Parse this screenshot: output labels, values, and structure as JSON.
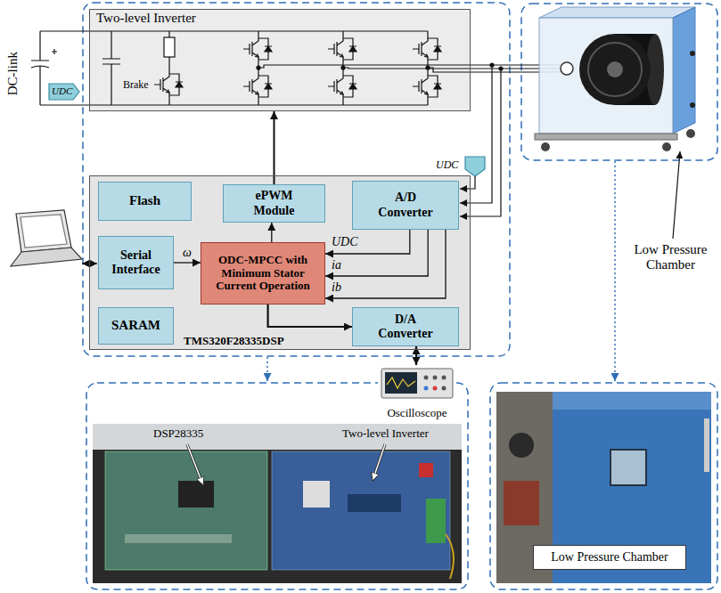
{
  "diagram": {
    "nodes": [
      {
        "text": [
          "Two-level Inverter"
        ]
      },
      {
        "text": [
          "TMS320F28335DSP"
        ]
      },
      {
        "text": [
          "Flash"
        ],
        "in": 1
      },
      {
        "text": [
          "ePWM Module"
        ],
        "in": 1
      },
      {
        "text": [
          "A/D Converter"
        ],
        "in": 1
      },
      {
        "text": [
          "Serial Interface"
        ],
        "in": 1
      },
      {
        "text": [
          "ODC-MPCC with Minimum Stator Current Operation"
        ],
        "in": 1
      },
      {
        "text": [
          "SARAM"
        ],
        "in": 1
      },
      {
        "text": [
          "D/A Converter"
        ],
        "in": 1
      },
      {
        "text": [
          "Oscilloscope"
        ]
      },
      {
        "text": [
          "Low Pressure Chamber"
        ]
      }
    ],
    "edges": [
      {
        "from": 4,
        "to": 6,
        "label": "UDC",
        "arrow": "to"
      },
      {
        "from": 4,
        "to": 6,
        "label": "ia",
        "arrow": "to"
      },
      {
        "from": 4,
        "to": 6,
        "label": "ib",
        "arrow": "to"
      },
      {
        "from": 5,
        "to": 6,
        "label": "ω",
        "arrow": "to"
      },
      {
        "from": 6,
        "to": 3,
        "arrow": "to"
      },
      {
        "from": 3,
        "to": 0,
        "arrow": "to"
      },
      {
        "from": 6,
        "to": 8,
        "arrow": "to"
      },
      {
        "from": 8,
        "to": 9,
        "arrow": "both"
      }
    ],
    "labels": [
      "DC-link",
      "UDC",
      "Brake",
      "UDC",
      "Low Pressure Chamber",
      "DSP28335",
      "Two-level Inverter"
    ]
  }
}
